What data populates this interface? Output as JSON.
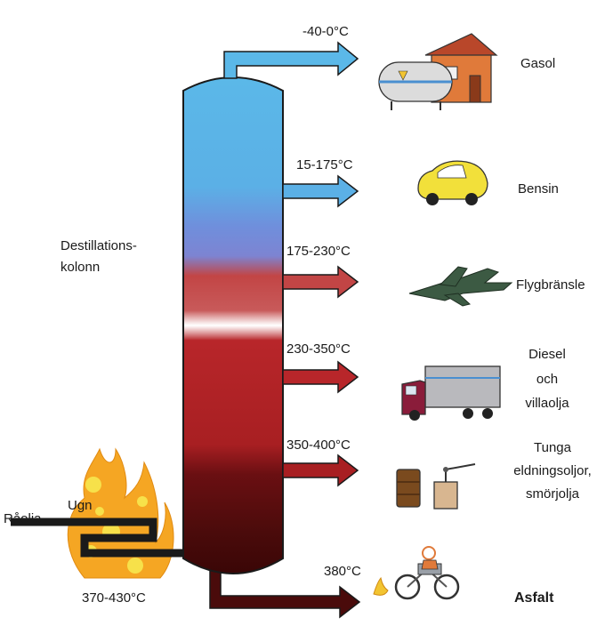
{
  "column_label_line1": "Destillations-",
  "column_label_line2": "kolonn",
  "crude_label": "Råolja",
  "furnace_label": "Ugn",
  "furnace_temp": "370-430°C",
  "fractions": [
    {
      "temp": "-40-0°C",
      "product": "Gasol",
      "icon": "gas-tank-icon"
    },
    {
      "temp": "15-175°C",
      "product": "Bensin",
      "icon": "car-icon"
    },
    {
      "temp": "175-230°C",
      "product": "Flygbränsle",
      "icon": "jet-plane-icon"
    },
    {
      "temp": "230-350°C",
      "product_lines": [
        "Diesel",
        "och",
        "villaolja"
      ],
      "icon": "truck-icon"
    },
    {
      "temp": "350-400°C",
      "product_lines": [
        "Tunga",
        "eldningsoljor,",
        "smörjolja"
      ],
      "icon": "oil-barrel-icon"
    },
    {
      "temp": "380°C",
      "product": "Asfalt",
      "icon": "road-roller-icon"
    }
  ],
  "colors": {
    "gas": "#5bb8e8",
    "light": "#6f8fdc",
    "mid": "#c24545",
    "heavy": "#a81f22",
    "residue": "#4a0b0b",
    "flame": "#f5a623",
    "outline": "#1a1a1a"
  }
}
